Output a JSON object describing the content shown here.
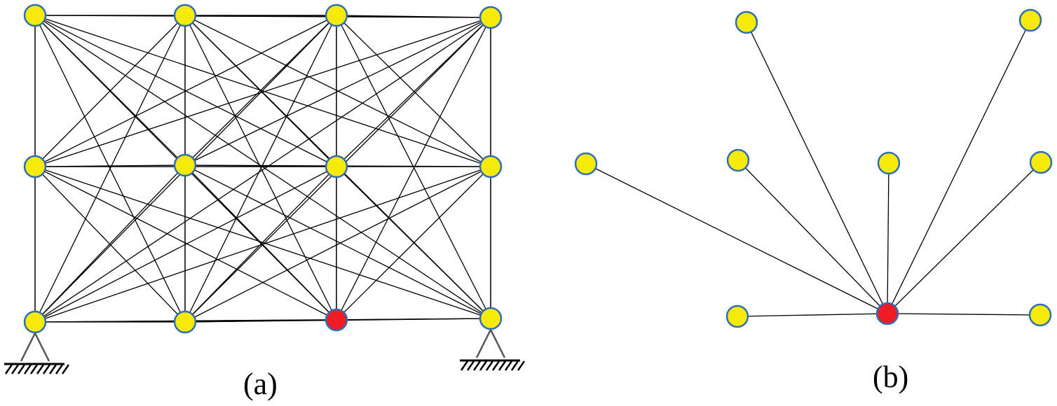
{
  "colors": {
    "node_fill": "#f5ea0a",
    "node_stroke": "#2f6eb5",
    "highlight_fill": "#ee1c24",
    "line": "#000000",
    "support": "#555555"
  },
  "panel_a": {
    "caption": "(a)",
    "grid": {
      "columns": 4,
      "rows": 3
    },
    "highlighted_node": {
      "row": 2,
      "col": 2
    },
    "supports": [
      {
        "row": 2,
        "col": 0
      },
      {
        "row": 2,
        "col": 3
      }
    ]
  },
  "panel_b": {
    "caption": "(b)",
    "center_node": "highlighted",
    "outer_node_count": 8
  }
}
